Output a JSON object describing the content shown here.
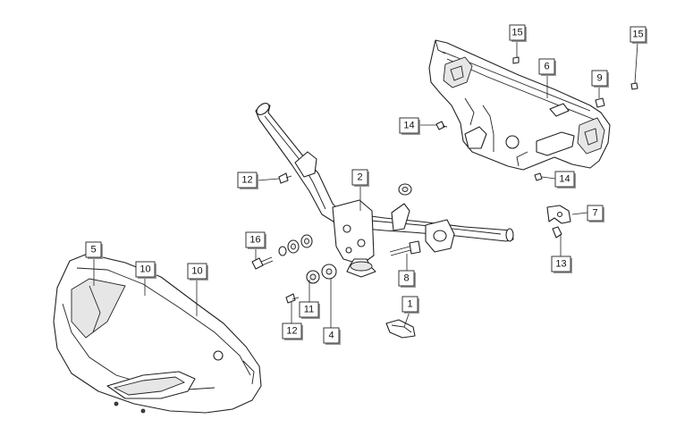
{
  "callouts": [
    {
      "id": "c15a",
      "label": "15"
    },
    {
      "id": "c15b",
      "label": "15"
    },
    {
      "id": "c6",
      "label": "6"
    },
    {
      "id": "c9",
      "label": "9"
    },
    {
      "id": "c14a",
      "label": "14"
    },
    {
      "id": "c14b",
      "label": "14"
    },
    {
      "id": "c2",
      "label": "2"
    },
    {
      "id": "c12a",
      "label": "12"
    },
    {
      "id": "c7",
      "label": "7"
    },
    {
      "id": "c13",
      "label": "13"
    },
    {
      "id": "c16",
      "label": "16"
    },
    {
      "id": "c8",
      "label": "8"
    },
    {
      "id": "c5",
      "label": "5"
    },
    {
      "id": "c10a",
      "label": "10"
    },
    {
      "id": "c10b",
      "label": "10"
    },
    {
      "id": "c1",
      "label": "1"
    },
    {
      "id": "c11",
      "label": "11"
    },
    {
      "id": "c12b",
      "label": "12"
    },
    {
      "id": "c4",
      "label": "4"
    }
  ]
}
